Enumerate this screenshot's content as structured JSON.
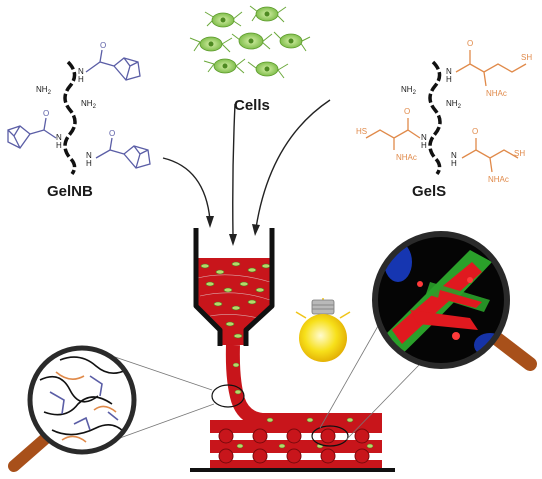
{
  "labels": {
    "left_polymer": "GelNB",
    "cells": "Cells",
    "right_polymer": "GelS"
  },
  "chem_text": {
    "nh2": "NH",
    "sub2": "2",
    "nh": "N",
    "h": "H",
    "o": "O",
    "hs": "HS",
    "sh": "SH",
    "nhac": "NHAc"
  },
  "colors": {
    "gelnb_chem": "#5b5ea6",
    "gels_chem": "#e08a4a",
    "backbone": "#111111",
    "bioink_red": "#c8151b",
    "cell_green": "#8ccf4a",
    "bulb_yellow": "#f5d90a",
    "magnifier_handle": "#a8501a"
  },
  "icons": [
    "cell-cluster-icon",
    "light-bulb-icon",
    "magnifier-left-icon",
    "magnifier-right-icon",
    "syringe-icon"
  ]
}
